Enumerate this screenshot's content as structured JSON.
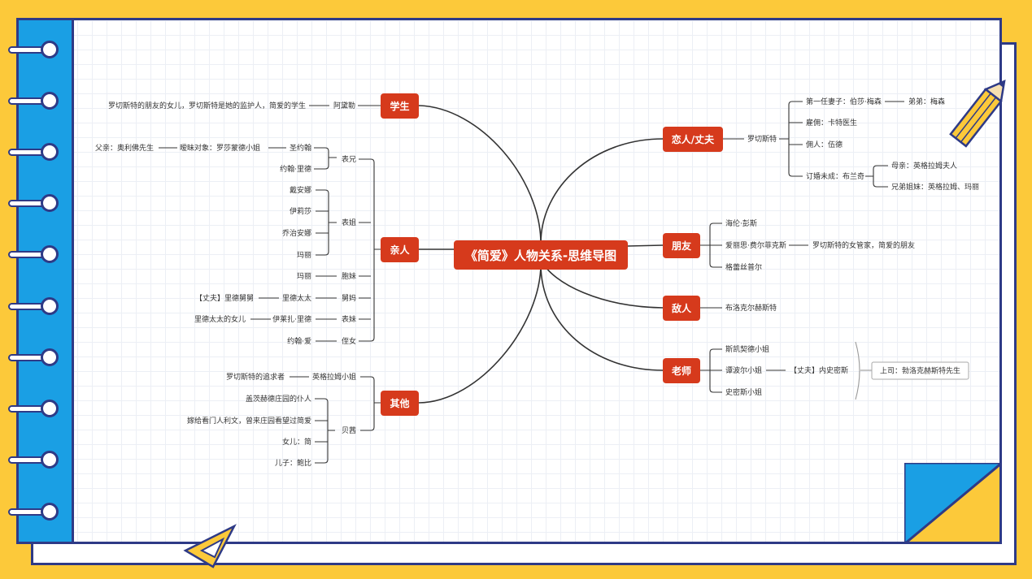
{
  "colors": {
    "background": "#fcc93a",
    "binding": "#1a9fe4",
    "outline": "#2e3a86",
    "node": "#d63a1c"
  },
  "center": "《简爱》人物关系-思维导图",
  "branches": {
    "student": "学生",
    "relatives": "亲人",
    "others": "其他",
    "lover": "恋人/丈夫",
    "friends": "朋友",
    "enemy": "敌人",
    "teachers": "老师"
  },
  "student": {
    "adele": "阿黛勒",
    "adele_desc": "罗切斯特的朋友的女儿，罗切斯特是她的监护人，简爱的学生"
  },
  "relatives": {
    "cousin_m": "表兄",
    "stjohn": "圣约翰",
    "stjohn_love": "暧昧对象：罗莎蒙德小姐",
    "stjohn_father": "父亲：奥利佛先生",
    "john_reed": "约翰·里德",
    "cousin_f": "表姐",
    "diana": "戴安娜",
    "eliza": "伊莉莎",
    "georgiana": "乔治安娜",
    "mary1": "玛丽",
    "mary2": "玛丽",
    "cousin_sis": "胞妹",
    "aunt": "舅妈",
    "mrs_reed": "里德太太",
    "uncle_reed": "【丈夫】里德舅舅",
    "cousin_younger": "表妹",
    "eliza_reed": "伊莱扎·里德",
    "mrs_reed_daughter": "里德太太的女儿",
    "niece": "侄女",
    "john_eyre": "约翰·爱"
  },
  "others": {
    "ingram": "英格拉姆小姐",
    "ingram_desc": "罗切斯特的追求者",
    "bessie": "贝茜",
    "bessie_1": "盖茨赫德庄园的仆人",
    "bessie_2": "嫁给看门人利文，曾来庄园看望过简爱",
    "bessie_3": "女儿：简",
    "bessie_4": "儿子：鲍比"
  },
  "lover": {
    "rochester": "罗切斯特",
    "first_wife": "第一任妻子：伯莎·梅森",
    "brother": "弟弟：梅森",
    "employee": "雇佣：卡特医生",
    "servant": "佣人：伍德",
    "engaged": "订婚未成：布兰奇",
    "mother": "母亲：英格拉姆夫人",
    "siblings": "兄弟姐妹：英格拉姆、玛丽"
  },
  "friends": {
    "helen": "海伦·彭斯",
    "fairfax": "爱丽思·费尔菲克斯",
    "fairfax_desc": "罗切斯特的女管家，简爱的朋友",
    "grace": "格蕾丝普尔"
  },
  "enemy": {
    "brocklehurst": "布洛克尔赫斯特"
  },
  "teachers": {
    "scatcherd": "斯凯契德小姐",
    "temple": "谭波尔小姐",
    "temple_husband": "【丈夫】内史密斯",
    "smith": "史密斯小姐",
    "boss": "上司：勃洛克赫斯特先生"
  }
}
